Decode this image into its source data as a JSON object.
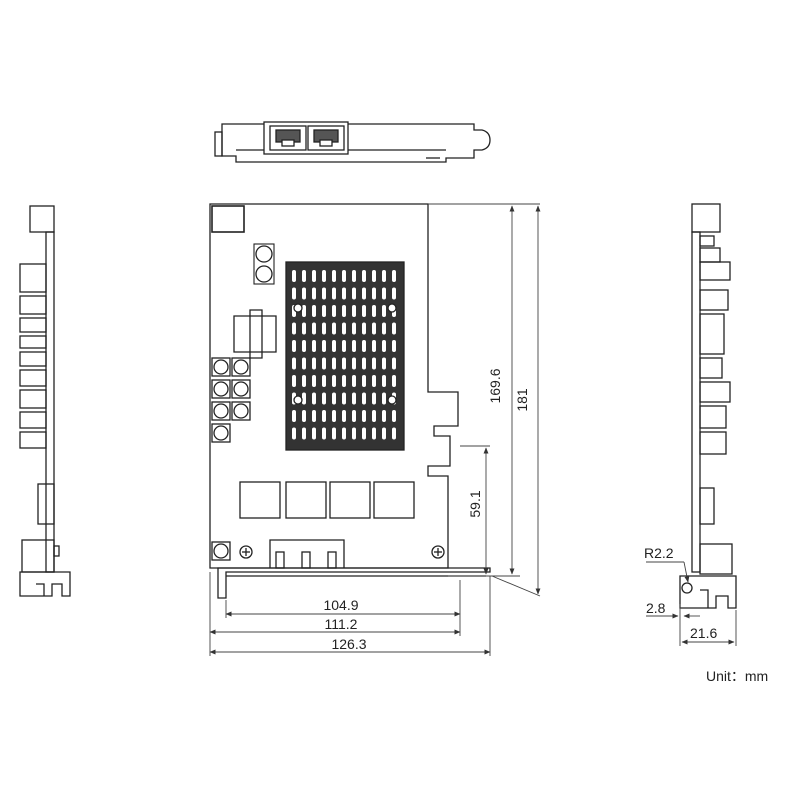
{
  "dimensions": {
    "width_a": "104.9",
    "width_b": "111.2",
    "width_c": "126.3",
    "height_a": "169.6",
    "height_b": "181",
    "height_c": "59.1",
    "radius": "R2.2",
    "thickness": "2.8",
    "side_depth": "21.6"
  },
  "unit_label": "Unit：mm",
  "colors": {
    "line": "#222222",
    "dim": "#444444",
    "heatsink": "#333333",
    "fill": "#ffffff"
  }
}
